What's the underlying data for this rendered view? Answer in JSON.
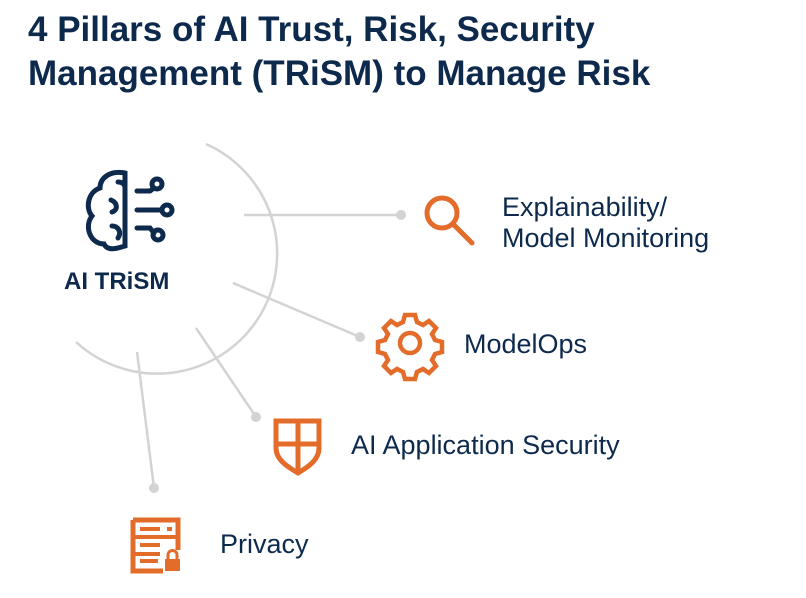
{
  "title_line1": "4 Pillars of AI Trust, Risk, Security",
  "title_line2": "Management (TRiSM) to Manage Risk",
  "center": {
    "label": "AI TRiSM",
    "icon": "brain-circuit-icon"
  },
  "pillars": [
    {
      "line1": "Explainability/",
      "line2": "Model Monitoring",
      "icon": "magnifier-icon"
    },
    {
      "label": "ModelOps",
      "icon": "gear-icon"
    },
    {
      "label": "AI Application Security",
      "icon": "shield-icon"
    },
    {
      "label": "Privacy",
      "icon": "server-lock-icon"
    }
  ],
  "colors": {
    "navy": "#0d2a4d",
    "orange": "#e36c2a",
    "line": "#d3d3d3"
  }
}
